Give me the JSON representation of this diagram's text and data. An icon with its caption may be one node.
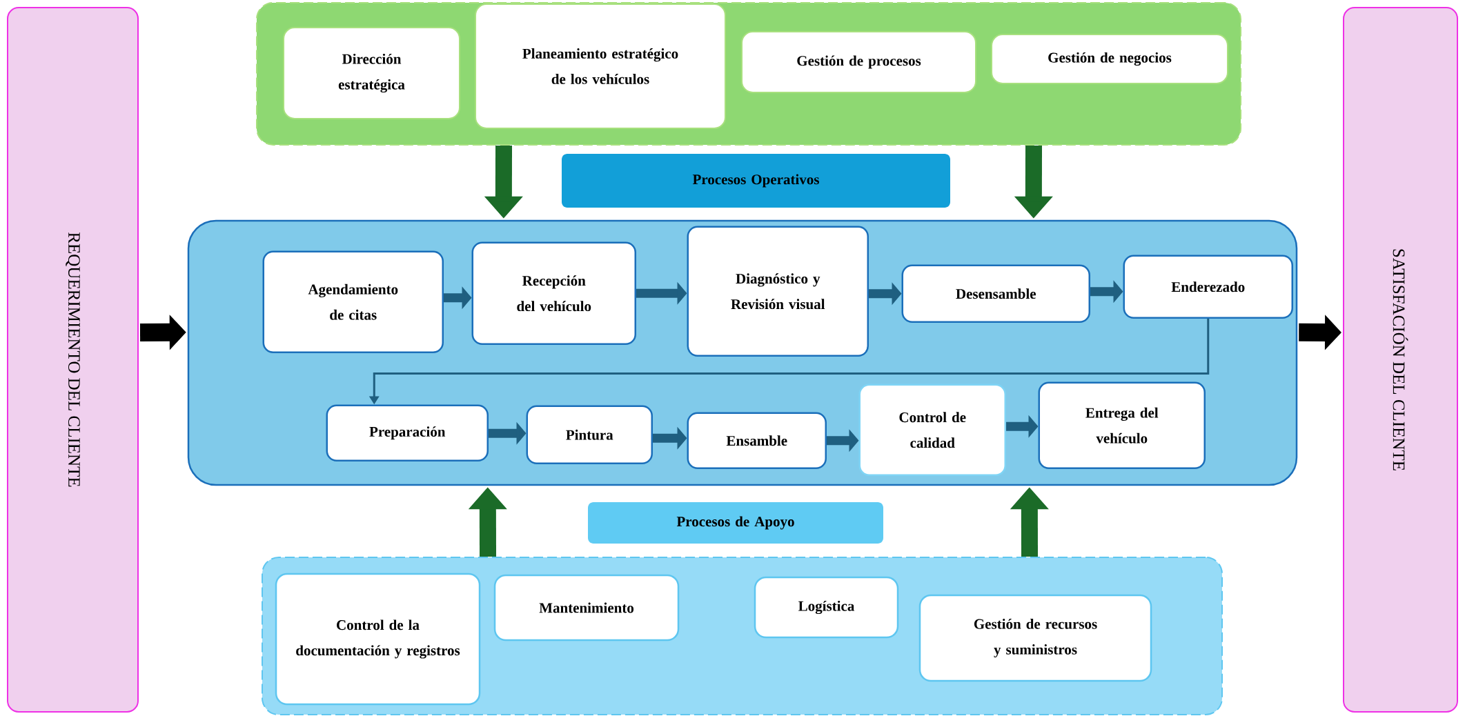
{
  "diagram": {
    "nodes": [
      {
        "text": [
          "REQUERIMIENTO DEL CLIENTE"
        ]
      },
      {
        "text": [
          "SATISFACIÓN DEL CLIENTE"
        ]
      },
      {
        "text": [],
        "shape": "box"
      },
      {
        "text": [
          "Dirección estratégica"
        ],
        "in": 2
      },
      {
        "text": [
          "Planeamiento estratégico de los vehículos"
        ],
        "in": 2
      },
      {
        "text": [
          "Gestión de procesos"
        ],
        "in": 2
      },
      {
        "text": [
          "Gestión de negocios"
        ],
        "in": 2
      },
      {
        "text": [
          "Procesos Operativos"
        ]
      },
      {
        "text": [],
        "shape": "box"
      },
      {
        "text": [
          "Agendamiento de citas"
        ],
        "in": 8
      },
      {
        "text": [
          "Recepción del vehículo"
        ],
        "in": 8
      },
      {
        "text": [
          "Diagnóstico y Revisión visual"
        ],
        "in": 8
      },
      {
        "text": [
          "Desensamble"
        ],
        "in": 8
      },
      {
        "text": [
          "Enderezado"
        ],
        "in": 8
      },
      {
        "text": [
          "Preparación"
        ],
        "in": 8
      },
      {
        "text": [
          "Pintura"
        ],
        "in": 8
      },
      {
        "text": [
          "Ensamble"
        ],
        "in": 8
      },
      {
        "text": [
          "Control de calidad"
        ],
        "in": 8
      },
      {
        "text": [
          "Entrega del vehículo"
        ],
        "in": 8
      },
      {
        "text": [
          "Procesos de Apoyo"
        ]
      },
      {
        "text": [],
        "shape": "box"
      },
      {
        "text": [
          "Control de la documentación y registros"
        ],
        "in": 20
      },
      {
        "text": [
          "Mantenimiento"
        ],
        "in": 20
      },
      {
        "text": [
          "Logística"
        ],
        "in": 20
      },
      {
        "text": [
          "Gestión de recursos y suministros"
        ],
        "in": 20
      }
    ],
    "edges": [
      {
        "from": 9,
        "to": 10,
        "arrow": "to"
      },
      {
        "from": 10,
        "to": 11,
        "arrow": "to"
      },
      {
        "from": 11,
        "to": 12,
        "arrow": "to"
      },
      {
        "from": 12,
        "to": 13,
        "arrow": "to"
      },
      {
        "from": 13,
        "to": 14,
        "arrow": "to"
      },
      {
        "from": 14,
        "to": 15,
        "arrow": "to"
      },
      {
        "from": 15,
        "to": 16,
        "arrow": "to"
      },
      {
        "from": 16,
        "to": 17,
        "arrow": "to"
      },
      {
        "from": 17,
        "to": 18,
        "arrow": "to"
      },
      {
        "from": 2,
        "to": 8,
        "arrow": "to",
        "style": "thick",
        "color": "#1b6b28"
      },
      {
        "from": 2,
        "to": 8,
        "arrow": "to",
        "style": "thick",
        "color": "#1b6b28"
      },
      {
        "from": 20,
        "to": 8,
        "arrow": "to",
        "style": "thick",
        "color": "#1b6b28"
      },
      {
        "from": 20,
        "to": 8,
        "arrow": "to",
        "style": "thick",
        "color": "#1b6b28"
      },
      {
        "from": 0,
        "to": 8,
        "arrow": "to",
        "style": "thick",
        "color": "#000000"
      },
      {
        "from": 8,
        "to": 1,
        "arrow": "to",
        "style": "thick",
        "color": "#000000"
      }
    ]
  }
}
